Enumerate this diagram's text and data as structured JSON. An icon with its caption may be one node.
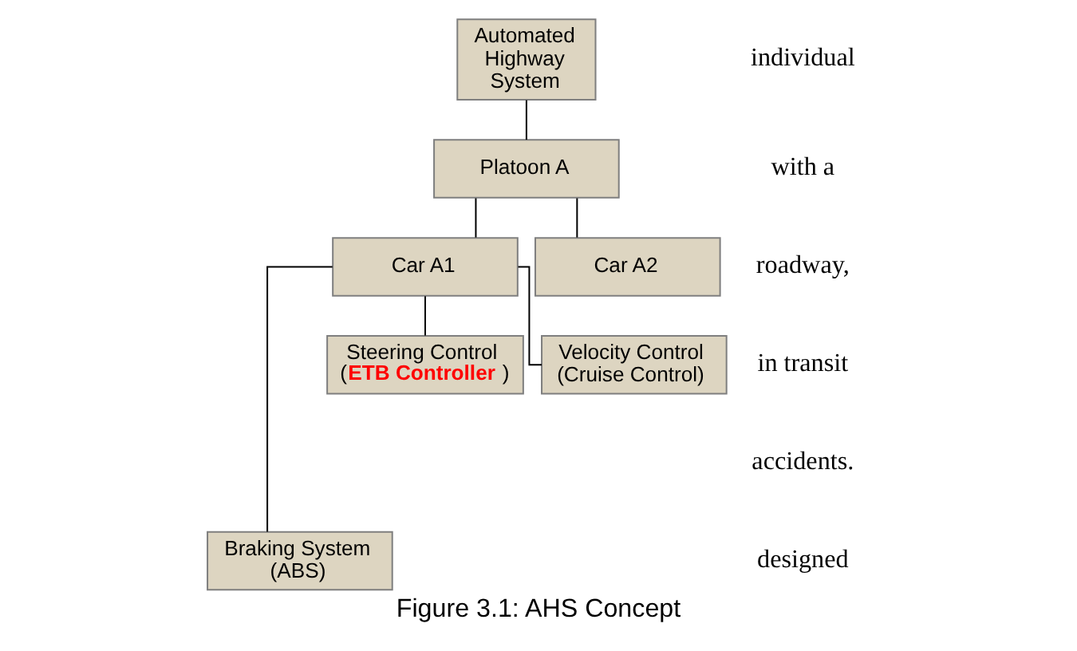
{
  "diagram": {
    "caption": "Figure 3.1: AHS Concept",
    "nodes": [
      {
        "text": [
          "Automated Highway System"
        ]
      },
      {
        "text": [
          "Platoon A"
        ]
      },
      {
        "text": [
          "Car A1"
        ]
      },
      {
        "text": [
          "Car A2"
        ]
      },
      {
        "text": [
          "Braking System (ABS)"
        ]
      },
      {
        "text": [
          "Steering Control (**ETB Controller**)"
        ]
      },
      {
        "text": [
          "Velocity Control (Cruise Control)"
        ]
      }
    ],
    "edges": [
      {
        "from": 0,
        "to": 1,
        "arrow": "none"
      },
      {
        "from": 1,
        "to": 2,
        "arrow": "none"
      },
      {
        "from": 1,
        "to": 3,
        "arrow": "none"
      },
      {
        "from": 2,
        "to": 4,
        "arrow": "none"
      },
      {
        "from": 2,
        "to": 5,
        "arrow": "none"
      },
      {
        "from": 2,
        "to": 6,
        "arrow": "none"
      }
    ],
    "labels": [
      "individual",
      "with a",
      "roadway,",
      "in transit",
      "accidents.",
      "designed"
    ]
  }
}
